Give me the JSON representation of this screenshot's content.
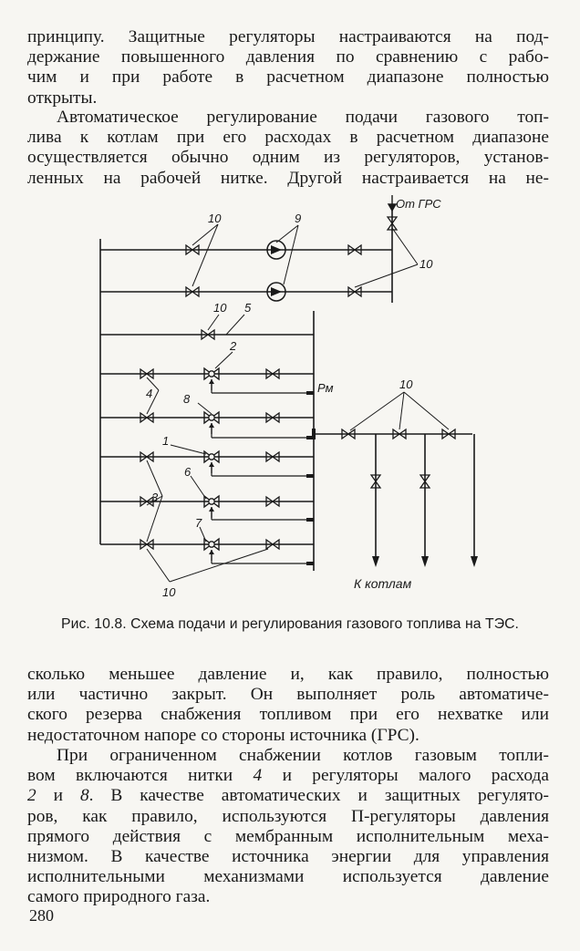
{
  "paragraph_1": {
    "lines": [
      "принципу. Защитные регуляторы настраиваются на под-",
      "держание повышенного давления по сравнению с рабо-",
      "чим и при работе в расчетном диапазоне полностью",
      "открыты."
    ]
  },
  "paragraph_2": {
    "lines": [
      "Автоматическое регулирование подачи газового топ-",
      "лива к котлам при его расходах в расчетном диапазоне",
      "осуществляется обычно одним из регуляторов, установ-",
      "ленных на рабочей нитке. Другой настраивается на не-"
    ]
  },
  "figure": {
    "labels": {
      "from_grs": "От ГРС",
      "to_boilers": "К котлам",
      "pressure": "Рм",
      "n10_top": "10",
      "n9": "9",
      "n10_right": "10",
      "n10_mid": "10",
      "n5": "5",
      "n2": "2",
      "n4": "4",
      "n8": "8",
      "n10_branch": "10",
      "n1": "1",
      "n6": "6",
      "n3": "3",
      "n7": "7",
      "n10_bottom": "10"
    }
  },
  "caption": "Рис. 10.8. Схема подачи и регулирования газового топлива на ТЭС.",
  "paragraph_3": {
    "lines": [
      "сколько меньшее давление и, как правило, полностью",
      "или частично закрыт. Он выполняет роль автоматиче-",
      "ского резерва снабжения топливом при его нехватке или",
      "недостаточном напоре со стороны источника (ГРС)."
    ]
  },
  "paragraph_4": {
    "l1": "При ограниченном снабжении котлов газовым топли-",
    "l2a": "вом включаются нитки ",
    "l2b": "4",
    "l2c": " и регуляторы малого расхода",
    "l3a": "2",
    "l3b": " и ",
    "l3c": "8",
    "l3d": ". В качестве автоматических и защитных регулято-",
    "l4": "ров, как правило, используются П-регуляторы давления",
    "l5": "прямого действия с мембранным исполнительным меха-",
    "l6": "низмом. В качестве источника энергии для управления",
    "l7": "исполнительными механизмами используется давление",
    "l8": "самого природного газа."
  },
  "page_number": "280"
}
